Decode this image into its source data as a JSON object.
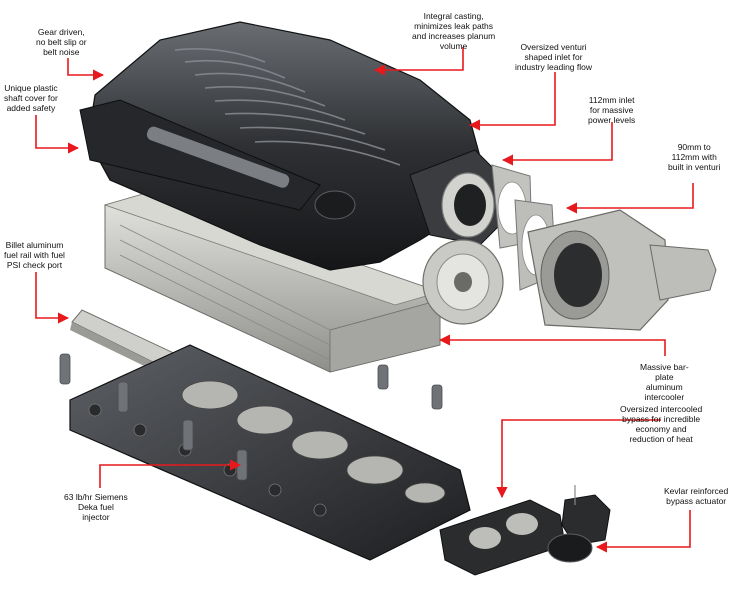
{
  "colors": {
    "callout": "#e8191c",
    "text": "#111111",
    "casting_dark": "#2a2c2f",
    "casting_light": "#5a5e63",
    "aluminum": "#bcbcb8"
  },
  "callouts": {
    "gear_driven": "Gear driven,\nno belt slip or\nbelt noise",
    "integral_casting": "Integral casting,\nminimizes leak paths\nand increases planum\nvolume",
    "venturi_inlet": "Oversized venturi\nshaped inlet for\nindustry leading flow",
    "shaft_cover": "Unique plastic\nshaft cover for\nadded safety",
    "inlet_112": "112mm inlet\nfor massive\npower levels",
    "throttle_body": "90mm to\n112mm with\nbuilt in venturi",
    "fuel_rail": "Billet aluminum\nfuel rail with fuel\nPSI check port",
    "intercooler": "Massive bar-\nplate\naluminum\nintercooler",
    "bypass": "Oversized intercooled\nbypass for incredible\neconomy and\nreduction of heat",
    "injector": "63 lb/hr Siemens\nDeka fuel\ninjector",
    "bypass_actuator": "Kevlar reinforced\nbypass actuator"
  }
}
